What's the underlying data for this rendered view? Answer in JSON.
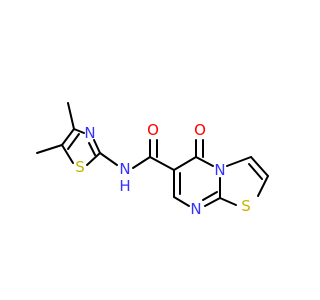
{
  "molecule": {
    "colors": {
      "bond": "#000000",
      "N": "#3333ff",
      "O": "#ff0000",
      "S": "#c8b400",
      "C": "#000000"
    },
    "atoms": {
      "s_thiazole": {
        "label": "S",
        "element": "S"
      },
      "n_thiazole": {
        "label": "N",
        "element": "N"
      },
      "n_amide": {
        "label": "N",
        "element": "N"
      },
      "h_amide": {
        "label": "H",
        "element": "N"
      },
      "o_amide": {
        "label": "O",
        "element": "O"
      },
      "o_ring": {
        "label": "O",
        "element": "O"
      },
      "n_bridge": {
        "label": "N",
        "element": "N"
      },
      "n_pyrimidine": {
        "label": "N",
        "element": "N"
      },
      "s_fused": {
        "label": "S",
        "element": "S"
      }
    }
  }
}
